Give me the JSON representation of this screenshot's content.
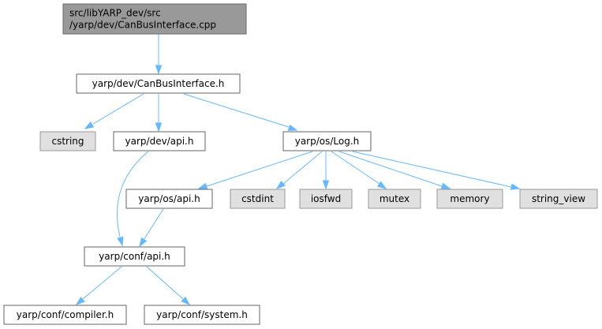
{
  "graph": {
    "nodes": [
      {
        "id": "root",
        "lines": [
          "src/libYARP_dev/src",
          "/yarp/dev/CanBusInterface.cpp"
        ],
        "kind": "root"
      },
      {
        "id": "canbus_h",
        "lines": [
          "yarp/dev/CanBusInterface.h"
        ],
        "kind": "local"
      },
      {
        "id": "cstring",
        "lines": [
          "cstring"
        ],
        "kind": "system"
      },
      {
        "id": "dev_api",
        "lines": [
          "yarp/dev/api.h"
        ],
        "kind": "local"
      },
      {
        "id": "os_log",
        "lines": [
          "yarp/os/Log.h"
        ],
        "kind": "local"
      },
      {
        "id": "os_api",
        "lines": [
          "yarp/os/api.h"
        ],
        "kind": "local"
      },
      {
        "id": "cstdint",
        "lines": [
          "cstdint"
        ],
        "kind": "system"
      },
      {
        "id": "iosfwd",
        "lines": [
          "iosfwd"
        ],
        "kind": "system"
      },
      {
        "id": "mutex",
        "lines": [
          "mutex"
        ],
        "kind": "system"
      },
      {
        "id": "memory",
        "lines": [
          "memory"
        ],
        "kind": "system"
      },
      {
        "id": "string_view",
        "lines": [
          "string_view"
        ],
        "kind": "system"
      },
      {
        "id": "conf_api",
        "lines": [
          "yarp/conf/api.h"
        ],
        "kind": "local"
      },
      {
        "id": "conf_compiler",
        "lines": [
          "yarp/conf/compiler.h"
        ],
        "kind": "local"
      },
      {
        "id": "conf_system",
        "lines": [
          "yarp/conf/system.h"
        ],
        "kind": "local"
      }
    ],
    "edges": [
      {
        "from": "root",
        "to": "canbus_h"
      },
      {
        "from": "canbus_h",
        "to": "cstring"
      },
      {
        "from": "canbus_h",
        "to": "dev_api"
      },
      {
        "from": "canbus_h",
        "to": "os_log"
      },
      {
        "from": "dev_api",
        "to": "conf_api"
      },
      {
        "from": "os_log",
        "to": "os_api"
      },
      {
        "from": "os_log",
        "to": "cstdint"
      },
      {
        "from": "os_log",
        "to": "iosfwd"
      },
      {
        "from": "os_log",
        "to": "mutex"
      },
      {
        "from": "os_log",
        "to": "memory"
      },
      {
        "from": "os_log",
        "to": "string_view"
      },
      {
        "from": "os_api",
        "to": "conf_api"
      },
      {
        "from": "conf_api",
        "to": "conf_compiler"
      },
      {
        "from": "conf_api",
        "to": "conf_system"
      }
    ],
    "colors": {
      "root_fill": "#999999",
      "local_fill": "#ffffff",
      "system_fill": "#e0e0e0",
      "local_border": "#666666",
      "system_border": "#999999",
      "edge": "#63b8ff"
    }
  }
}
